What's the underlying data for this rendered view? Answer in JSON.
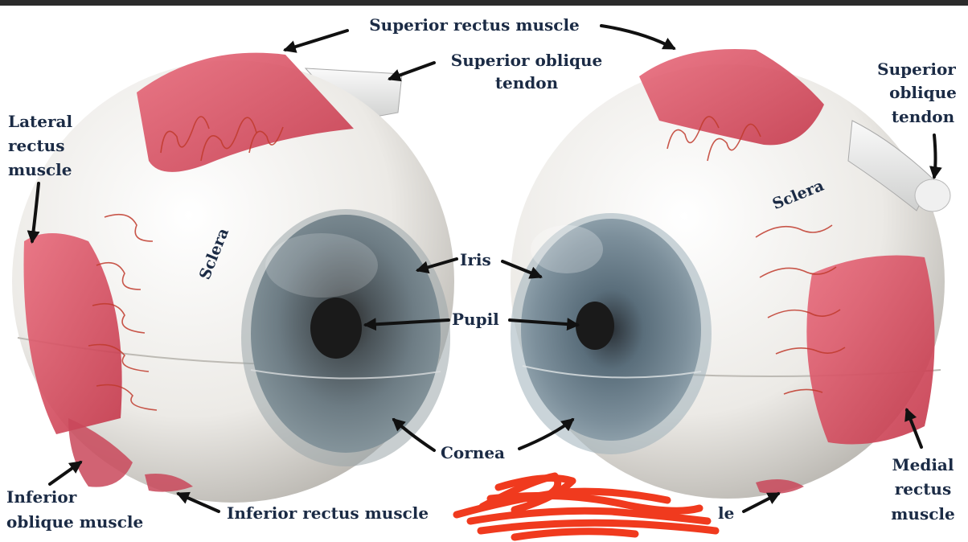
{
  "labels": {
    "superior_rectus": "Superior rectus muscle",
    "superior_oblique_left_line1": "Superior oblique",
    "superior_oblique_left_line2": "tendon",
    "superior_oblique_right_line1": "Superior",
    "superior_oblique_right_line2": "oblique",
    "superior_oblique_right_line3": "tendon",
    "lateral_rectus_line1": "Lateral",
    "lateral_rectus_line2": "rectus",
    "lateral_rectus_line3": "muscle",
    "sclera_left": "Sclera",
    "sclera_right": "Sclera",
    "iris": "Iris",
    "pupil": "Pupil",
    "cornea": "Cornea",
    "inferior_oblique_line1": "Inferior",
    "inferior_oblique_line2": "oblique muscle",
    "inferior_rectus": "Inferior rectus muscle",
    "medial_rectus_line1": "Medial",
    "medial_rectus_line2": "rectus",
    "medial_rectus_line3": "muscle",
    "partial_right": "le"
  },
  "colors": {
    "label_text": "#1b2b45",
    "muscle": "#d8475a",
    "sclera": "#f2f1ee",
    "iris": "#5d6e78",
    "scribble": "#f03a1e"
  }
}
